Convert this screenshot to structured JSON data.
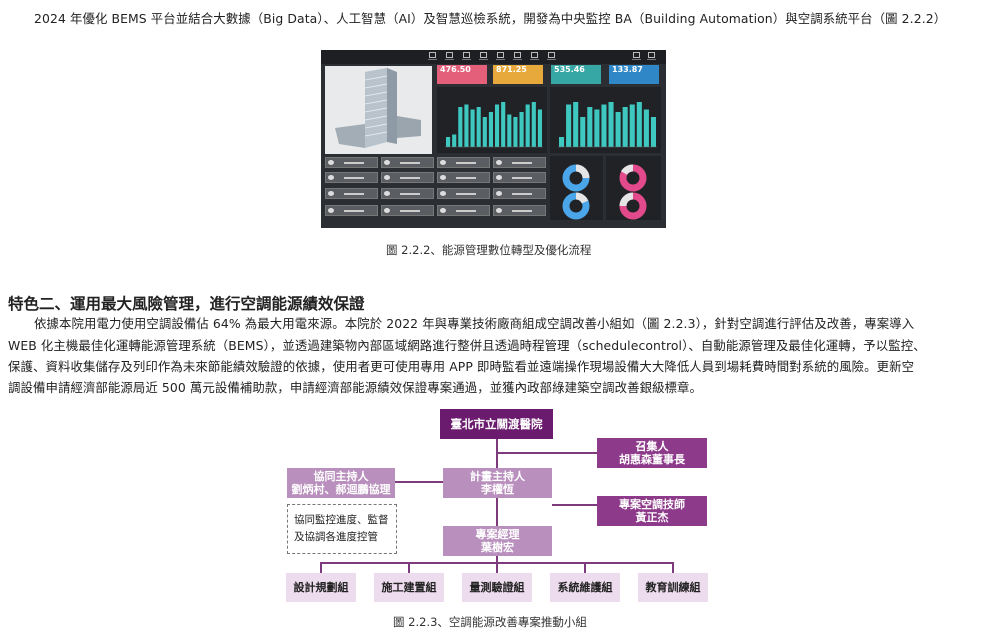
{
  "intro_line": "2024 年優化 BEMS 平台並結合大數據（Big Data）、人工智慧（AI）及智慧巡檢系統，開發為中央監控 BA（Building Automation）與空調系統平台（圖 2.2.2）",
  "dashboard": {
    "stats": [
      {
        "value": "476.50",
        "color": "#e45f7a"
      },
      {
        "value": "871.25",
        "color": "#e8a93c"
      },
      {
        "value": "535.46",
        "color": "#36a7a4"
      },
      {
        "value": "133.87",
        "color": "#2f87c8"
      }
    ],
    "bars_left": [
      0.2,
      0.25,
      0.8,
      0.85,
      0.75,
      0.8,
      0.6,
      0.7,
      0.85,
      0.9,
      0.65,
      0.6,
      0.7,
      0.85,
      0.9,
      0.75
    ],
    "bars_right": [
      0.2,
      0.85,
      0.9,
      0.6,
      0.8,
      0.75,
      0.85,
      0.9,
      0.7,
      0.8,
      0.85,
      0.9,
      0.75,
      0.6
    ]
  },
  "fig1_caption": "圖 2.2.2、能源管理數位轉型及優化流程",
  "section_title": "特色二、運用最大風險管理，進行空調能源績效保證",
  "para_lines": [
    "依據本院用電力使用空調設備佔 64% 為最大用電來源。本院於 2022 年與專業技術廠商組成空調改善小組如（圖 2.2.3），針對空調進行評估及改善，專案導入",
    "WEB 化主機最佳化運轉能源管理系統（BEMS），並透過建築物內部區域網路進行整併且透過時程管理（schedulecontrol）、自動能源管理及最佳化運轉，予以監控、",
    "保護、資料收集儲存及列印作為未來節能績效驗證的依據，使用者更可使用專用 APP 即時監看並遠端操作現場設備大大降低人員到場耗費時間對系統的風險。更新空",
    "調設備申請經濟部能源局近 500 萬元設備補助款，申請經濟部能源績效保證專案通過，並獲內政部綠建築空調改善銀級標章。"
  ],
  "org": {
    "top": "臺北市立關渡醫院",
    "convener": [
      "召集人",
      "胡惠森董事長"
    ],
    "co_host": [
      "協同主持人",
      "劉炳村、郝迴鵬協理"
    ],
    "host": [
      "計畫主持人",
      "李權恆"
    ],
    "engineer": [
      "專案空調技師",
      "黃正杰"
    ],
    "duty": [
      "協同監控進度、監督",
      "及協調各進度控管"
    ],
    "manager": [
      "專案經理",
      "葉樹宏"
    ],
    "groups": [
      "設計規劃組",
      "施工建置組",
      "量測驗證組",
      "系統維護組",
      "教育訓練組"
    ]
  },
  "fig2_caption": "圖 2.2.3、空調能源改善專案推動小組"
}
